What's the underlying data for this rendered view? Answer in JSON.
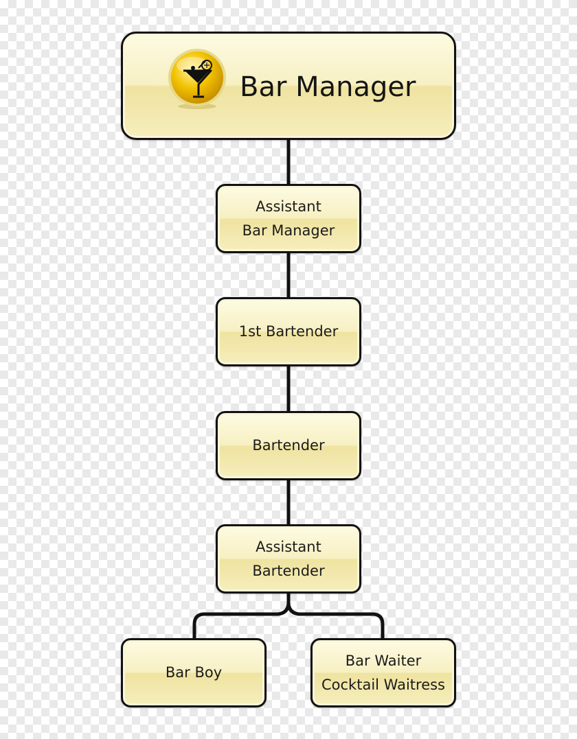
{
  "nodes": {
    "bar_manager": {
      "lines": [
        "Bar Manager"
      ]
    },
    "assistant_bar_manager": {
      "lines": [
        "Assistant",
        "Bar Manager"
      ]
    },
    "first_bartender": {
      "lines": [
        "1st Bartender"
      ]
    },
    "bartender": {
      "lines": [
        "Bartender"
      ]
    },
    "assistant_bartender": {
      "lines": [
        "Assistant",
        "Bartender"
      ]
    },
    "bar_boy": {
      "lines": [
        "Bar Boy"
      ]
    },
    "bar_waiter": {
      "lines": [
        "Bar Waiter",
        "Cocktail Waitress"
      ]
    }
  },
  "icon": {
    "name": "cocktail-glass-icon",
    "color": "#f2c200"
  },
  "colors": {
    "box_fill": "#f7f0c3",
    "box_border": "#111111",
    "connector": "#111111"
  }
}
